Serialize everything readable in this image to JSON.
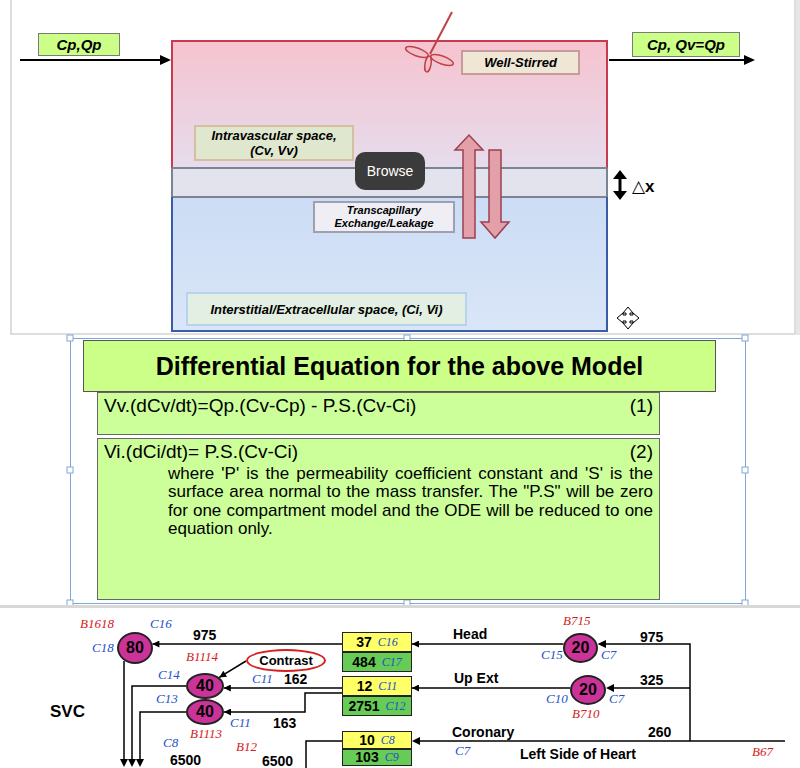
{
  "diagram": {
    "nodes": [
      {
        "text": [
          "Cp,Qp"
        ]
      },
      {
        "text": [
          "Well-Stirred"
        ]
      },
      {
        "text": [
          "Intravascular space, (Cv, Vv)"
        ]
      },
      {
        "text": [
          "Browse"
        ]
      },
      {
        "text": [
          "Transcapillary Exchange/Leakage"
        ]
      },
      {
        "text": [
          "Interstitial/Extracellular space, (Ci, Vi)"
        ]
      },
      {
        "text": [
          "Cp, Qv=Qp"
        ]
      },
      {
        "text": [
          "Differential Equation for the above Model"
        ]
      },
      {
        "text": [
          "Vv.(dCv/dt)=Qp.(Cv-Cp) - P.S.(Cv-Ci)",
          "(1)"
        ]
      },
      {
        "text": [
          "Vi.(dCi/dt)= P.S.(Cv-Ci)",
          "(2)",
          "where 'P' is the permeability coefficient constant and 'S' is the surface area normal to the mass transfer. The \"P.S\" will be zero for one compartment model and the ODE will be reduced to one equation only."
        ]
      },
      {
        "text": [
          "80"
        ]
      },
      {
        "text": [
          "40"
        ]
      },
      {
        "text": [
          "40"
        ]
      },
      {
        "text": [
          "37",
          "C16"
        ]
      },
      {
        "text": [
          "484",
          "C17"
        ]
      },
      {
        "text": [
          "12",
          "C11"
        ]
      },
      {
        "text": [
          "2751",
          "C12"
        ]
      },
      {
        "text": [
          "10",
          "C8"
        ]
      },
      {
        "text": [
          "103",
          "C9"
        ]
      },
      {
        "text": [
          "20"
        ]
      },
      {
        "text": [
          "20"
        ]
      },
      {
        "text": [
          "Contrast"
        ]
      }
    ],
    "edges": [
      {
        "from": 19,
        "to": 13,
        "arrow": "to",
        "label": "Head"
      },
      {
        "from": 13,
        "to": 10,
        "arrow": "to",
        "label": "975"
      },
      {
        "from": 20,
        "to": 15,
        "arrow": "to",
        "label": "Up Ext"
      },
      {
        "from": 15,
        "to": 11,
        "arrow": "to",
        "label": "162"
      },
      {
        "from": 15,
        "to": 12,
        "arrow": "to",
        "label": "163"
      },
      {
        "from": 21,
        "to": 11,
        "arrow": "to"
      }
    ],
    "labels": [
      "△x",
      "975",
      "325",
      "260",
      "Coronary",
      "Left Side of Heart",
      "SVC",
      "6500",
      "6500",
      "B1618",
      "C16",
      "C18",
      "B1114",
      "C14",
      "C11",
      "B1113",
      "C13",
      "C11",
      "C8",
      "B12",
      "C7",
      "B715",
      "C15",
      "C7",
      "C10",
      "B710",
      "C7",
      "B67"
    ]
  }
}
